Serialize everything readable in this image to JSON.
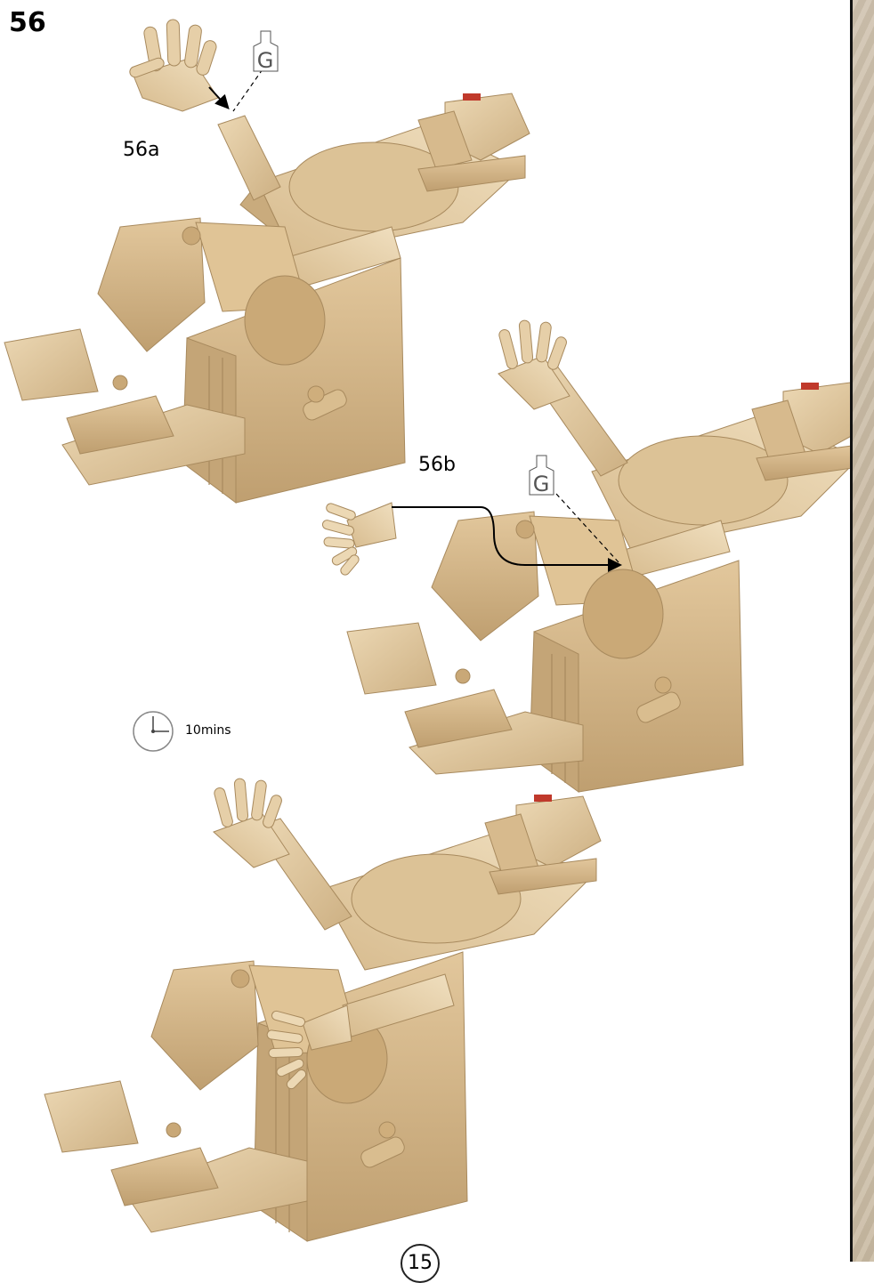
{
  "step": {
    "number": "56"
  },
  "substeps": [
    {
      "label": "56a",
      "glue_letter": "G"
    },
    {
      "label": "56b",
      "glue_letter": "G"
    }
  ],
  "time": {
    "text": "10mins",
    "icon": "clock-icon"
  },
  "page": {
    "number": "15"
  },
  "colors": {
    "wood_light": "#e6cfa8",
    "wood_mid": "#d4b98c",
    "wood_dark": "#b8996a",
    "sidebar": "#cfc2ae",
    "accent_red": "#c0392b"
  }
}
